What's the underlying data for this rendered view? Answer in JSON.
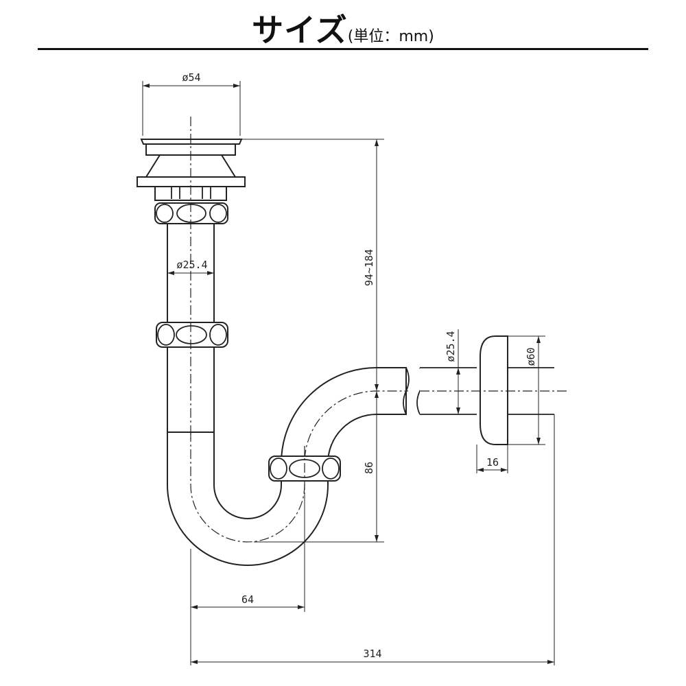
{
  "header": {
    "title": "サイズ",
    "unit": "(単位：mm)"
  },
  "dimensions": {
    "cap_diameter": "ø54",
    "tailpipe_diameter": "ø25.4",
    "height_range": "94~184",
    "drain_diameter": "ø25.4",
    "escutcheon_diameter": "ø60",
    "escutcheon_depth": "16",
    "trap_height": "86",
    "trap_offset": "64",
    "total_length": "314"
  }
}
